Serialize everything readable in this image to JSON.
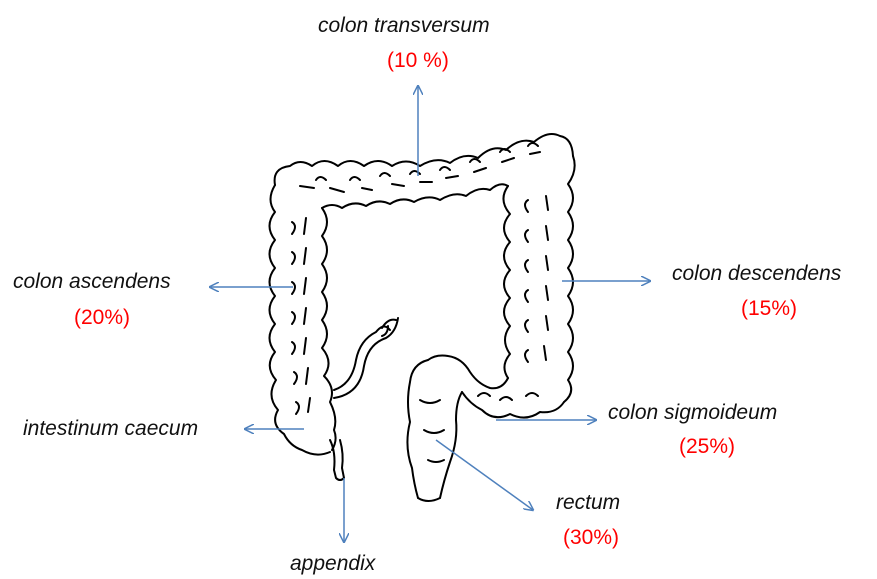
{
  "diagram": {
    "colors": {
      "arrow": "#4F81BD",
      "percentage": "#FF0000",
      "outline": "#000000",
      "label": "#111111"
    },
    "labels": {
      "transversum": {
        "name": "colon transversum",
        "pct": "(10 %)"
      },
      "ascendens": {
        "name": "colon ascendens",
        "pct": "(20%)"
      },
      "descendens": {
        "name": "colon descendens",
        "pct": "(15%)"
      },
      "caecum": {
        "name": "intestinum caecum"
      },
      "sigmoideum": {
        "name": "colon sigmoideum",
        "pct": "(25%)"
      },
      "rectum": {
        "name": "rectum",
        "pct": "(30%)"
      },
      "appendix": {
        "name": "appendix"
      }
    }
  }
}
